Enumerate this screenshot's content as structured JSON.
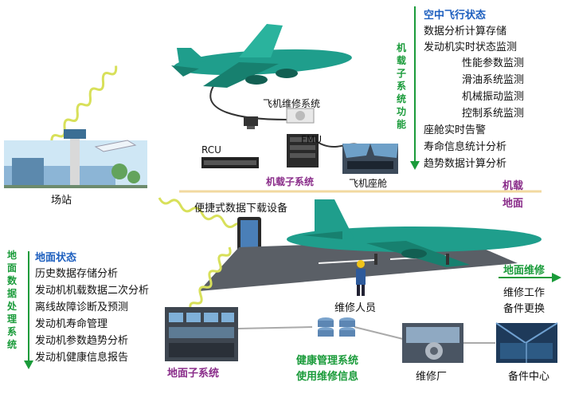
{
  "onboard": {
    "vertical_title": "机载子系统功能",
    "header": "空中飞行状态",
    "items": [
      "数据分析计算存储",
      "发动机实时状态监测",
      "性能参数监测",
      "滑油系统监测",
      "机械振动监测",
      "控制系统监测",
      "座舱实时告警",
      "寿命信息统计分析",
      "趋势数据计算分析"
    ]
  },
  "labels": {
    "fmaint": "飞机维修系统",
    "rcu": "RCU",
    "fmu": "FMU",
    "onboard_subsystem": "机载子系统",
    "cockpit": "飞机座舱",
    "airborne": "机载",
    "ground": "地面",
    "station": "场站",
    "portable": "便捷式数据下载设备",
    "ground_maint": "地面维修",
    "maint_work": "维修工作",
    "spare_replace": "备件更换",
    "maint_staff": "维修人员",
    "ground_subsystem": "地面子系统",
    "health_mgmt": "健康管理系统",
    "use_maint_info": "使用维修信息",
    "repair_factory": "维修厂",
    "spare_center": "备件中心"
  },
  "ground": {
    "vertical_title": "地面数据处理系统",
    "header": "地面状态",
    "items": [
      "历史数据存储分析",
      "发动机机载数据二次分析",
      "离线故障诊断及预测",
      "发动机寿命管理",
      "发动机参数趋势分析",
      "发动机健康信息报告"
    ]
  },
  "colors": {
    "green": "#1a9b3a",
    "blue": "#1d5fbf",
    "purple": "#8a2d8a",
    "teal": "#1f9e8c",
    "wave": "#d8e05a",
    "divider": "#f2d9a0"
  }
}
